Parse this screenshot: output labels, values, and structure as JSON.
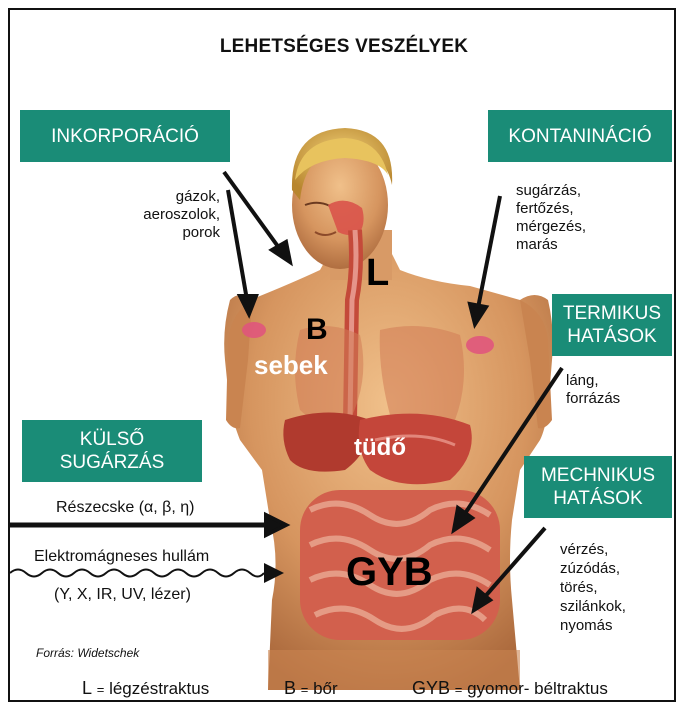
{
  "title": "LEHETSÉGES VESZÉLYEK",
  "boxes": {
    "inkorporacio": "INKORPORÁCIÓ",
    "kontaninacio": "KONTANINÁCIÓ",
    "termikus_1": "TERMIKUS",
    "termikus_2": "HATÁSOK",
    "kulso_1": "KÜLSŐ",
    "kulso_2": "SUGÁRZÁS",
    "mechnikus_1": "MECHNIKUS",
    "mechnikus_2": "HATÁSOK"
  },
  "notes": {
    "inkorporacio": [
      "gázok,",
      "aeroszolok,",
      "porok"
    ],
    "kontaninacio": [
      "sugárzás,",
      "fertőzés,",
      "mérgezés,",
      "marás"
    ],
    "termikus": [
      "láng,",
      "forrázás"
    ],
    "mechnikus": [
      "vérzés,",
      "zúzódás,",
      "törés,",
      "szilánkok,",
      "nyomás"
    ]
  },
  "radiation": {
    "particle": "Részecske (α, β, η)",
    "wave": "Elektromágneses hullám",
    "wave_types": "(Y, X, IR, UV, lézer)"
  },
  "overlays": {
    "L": "L",
    "B": "B",
    "sebek": "sebek",
    "tudo": "tüdő",
    "GYB": "GYB"
  },
  "source": "Forrás: Widetschek",
  "legend": [
    {
      "key": "L",
      "eq": "=",
      "text": "légzéstraktus"
    },
    {
      "key": "B",
      "eq": "=",
      "text": "bőr"
    },
    {
      "key": "GYB",
      "eq": "=",
      "text": "gyomor- béltraktus"
    }
  ],
  "colors": {
    "box_bg": "#1a8c77",
    "skin": "#d99a6a",
    "organ": "#c7463b"
  }
}
